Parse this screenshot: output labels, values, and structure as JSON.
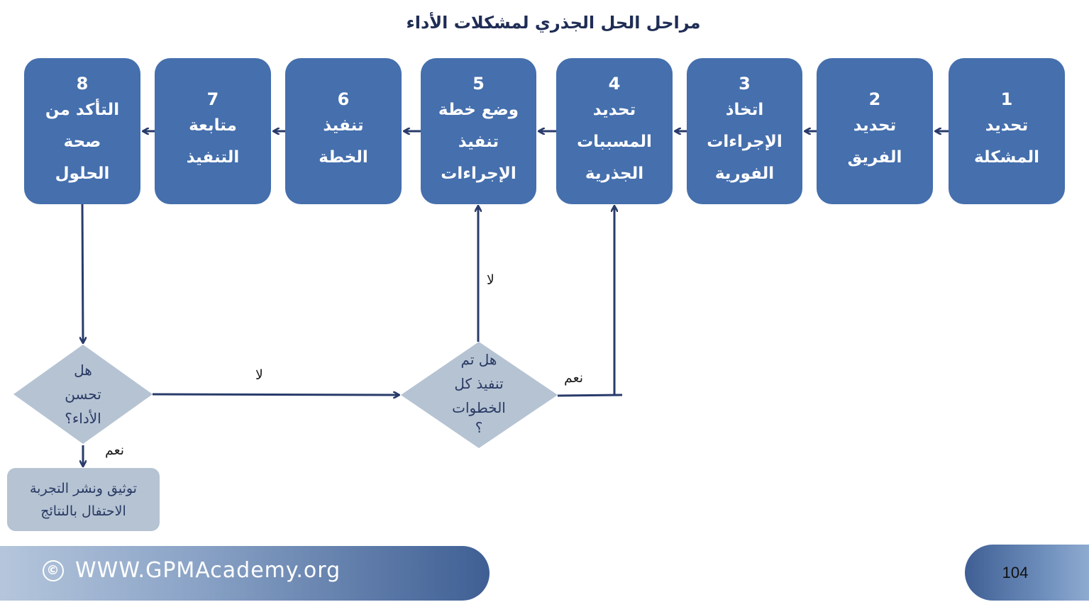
{
  "title": "مراحل الحل الجذري لمشكلات الأداء",
  "steps": [
    {
      "num": "1",
      "lines": [
        "تحديد",
        "المشكلة"
      ]
    },
    {
      "num": "2",
      "lines": [
        "تحديد",
        "الفريق"
      ]
    },
    {
      "num": "3",
      "lines": [
        "اتخاذ",
        "الإجراءات",
        "الفورية"
      ]
    },
    {
      "num": "4",
      "lines": [
        "تحديد",
        "المسببات",
        "الجذرية"
      ]
    },
    {
      "num": "5",
      "lines": [
        "وضع خطة",
        "تنفيذ",
        "الإجراءات"
      ]
    },
    {
      "num": "6",
      "lines": [
        "تنفيذ",
        "الخطة"
      ]
    },
    {
      "num": "7",
      "lines": [
        "متابعة",
        "التنفيذ"
      ]
    },
    {
      "num": "8",
      "lines": [
        "التأكد من",
        "صحة",
        "الحلول"
      ]
    }
  ],
  "decision_performance": {
    "lines": [
      "هل",
      "تحسن",
      "الأداء؟"
    ]
  },
  "decision_steps": {
    "lines": [
      "هل تم",
      "تنفيذ كل",
      "الخطوات",
      "؟"
    ]
  },
  "labels": {
    "no_to_decision": "لا",
    "no_to_step5": "لا",
    "yes_to_step4": "نعم",
    "yes_to_result": "نعم"
  },
  "result": {
    "lines": [
      "توثيق ونشر التجربة",
      "الاحتفال بالنتائج"
    ]
  },
  "footer": {
    "copyright_icon": "©",
    "url": "WWW.GPMAcademy.org",
    "page": "104"
  },
  "colors": {
    "step_fill": "#456fad",
    "decision_fill": "#b5c3d3",
    "connector": "#283b6a"
  }
}
